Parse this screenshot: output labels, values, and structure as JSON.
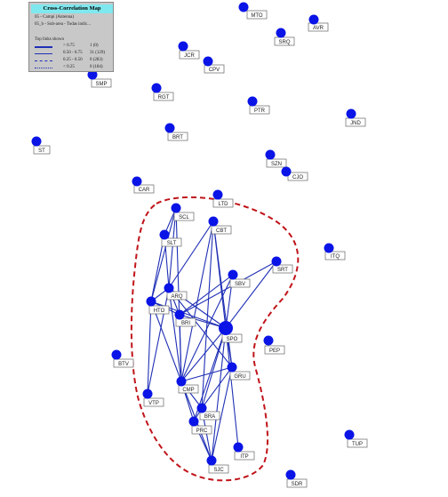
{
  "legend": {
    "title": "Cross-Correlation Map",
    "subtitle_1": "05 - Campi (Antenna)",
    "subtitle_2": "05_b - Sub-area - Todas indic...",
    "links_header": "Top links shown",
    "rows": [
      {
        "label": "> 0.75",
        "count": "1 (0)",
        "style": "thick"
      },
      {
        "label": "0.50 - 0.75",
        "count": "31 (129)",
        "style": "solid"
      },
      {
        "label": "0.25 - 0.50",
        "count": "0 (283)",
        "style": "dashed"
      },
      {
        "label": "< 0.25",
        "count": "0 (184)",
        "style": "dotted"
      }
    ]
  },
  "colors": {
    "node": "#0a14e6",
    "link": "#1f2fb5",
    "boundary": "#c0141a"
  },
  "nodes": [
    {
      "id": "MTO",
      "size": "normal"
    },
    {
      "id": "AVR",
      "size": "normal"
    },
    {
      "id": "SRQ",
      "size": "normal"
    },
    {
      "id": "JCR",
      "size": "normal"
    },
    {
      "id": "CPV",
      "size": "normal"
    },
    {
      "id": "SMP",
      "size": "normal"
    },
    {
      "id": "RGT",
      "size": "normal"
    },
    {
      "id": "PTR",
      "size": "normal"
    },
    {
      "id": "JND",
      "size": "normal"
    },
    {
      "id": "BRT",
      "size": "normal"
    },
    {
      "id": "ST",
      "size": "normal"
    },
    {
      "id": "SZN",
      "size": "normal"
    },
    {
      "id": "CJO",
      "size": "normal"
    },
    {
      "id": "CAR",
      "size": "normal"
    },
    {
      "id": "LTD",
      "size": "normal"
    },
    {
      "id": "SCL",
      "size": "normal"
    },
    {
      "id": "CBT",
      "size": "normal"
    },
    {
      "id": "SLT",
      "size": "normal"
    },
    {
      "id": "ITQ",
      "size": "normal"
    },
    {
      "id": "SRT",
      "size": "normal"
    },
    {
      "id": "SBV",
      "size": "normal"
    },
    {
      "id": "ARQ",
      "size": "normal"
    },
    {
      "id": "HTO",
      "size": "normal"
    },
    {
      "id": "BRI",
      "size": "normal"
    },
    {
      "id": "SPO",
      "size": "large"
    },
    {
      "id": "PEP",
      "size": "normal"
    },
    {
      "id": "BTV",
      "size": "normal"
    },
    {
      "id": "GRU",
      "size": "normal"
    },
    {
      "id": "CMP",
      "size": "normal"
    },
    {
      "id": "VTP",
      "size": "normal"
    },
    {
      "id": "BRA",
      "size": "normal"
    },
    {
      "id": "PRC",
      "size": "normal"
    },
    {
      "id": "TUP",
      "size": "normal"
    },
    {
      "id": "ITP",
      "size": "normal"
    },
    {
      "id": "SJC",
      "size": "normal"
    },
    {
      "id": "SDR",
      "size": "normal"
    }
  ],
  "links": [
    [
      "SCL",
      "SLT"
    ],
    [
      "SCL",
      "ARQ"
    ],
    [
      "SCL",
      "HTO"
    ],
    [
      "SCL",
      "CMP"
    ],
    [
      "SLT",
      "ARQ"
    ],
    [
      "SLT",
      "HTO"
    ],
    [
      "CBT",
      "ARQ"
    ],
    [
      "CBT",
      "SPO"
    ],
    [
      "CBT",
      "CMP"
    ],
    [
      "CBT",
      "BRA"
    ],
    [
      "CBT",
      "GRU"
    ],
    [
      "SRT",
      "SPO"
    ],
    [
      "SRT",
      "BRI"
    ],
    [
      "SBV",
      "SPO"
    ],
    [
      "SBV",
      "CMP"
    ],
    [
      "SBV",
      "BRI"
    ],
    [
      "ARQ",
      "HTO"
    ],
    [
      "ARQ",
      "BRI"
    ],
    [
      "ARQ",
      "SPO"
    ],
    [
      "ARQ",
      "CMP"
    ],
    [
      "ARQ",
      "VTP"
    ],
    [
      "ARQ",
      "GRU"
    ],
    [
      "HTO",
      "BRI"
    ],
    [
      "HTO",
      "CMP"
    ],
    [
      "HTO",
      "VTP"
    ],
    [
      "HTO",
      "SPO"
    ],
    [
      "BRI",
      "SPO"
    ],
    [
      "BRI",
      "CMP"
    ],
    [
      "SPO",
      "CMP"
    ],
    [
      "SPO",
      "GRU"
    ],
    [
      "SPO",
      "BRA"
    ],
    [
      "SPO",
      "PRC"
    ],
    [
      "SPO",
      "SJC"
    ],
    [
      "SPO",
      "ITP"
    ],
    [
      "CMP",
      "BRA"
    ],
    [
      "CMP",
      "SJC"
    ],
    [
      "CMP",
      "PRC"
    ],
    [
      "CMP",
      "GRU"
    ],
    [
      "BRA",
      "PRC"
    ],
    [
      "BRA",
      "SJC"
    ],
    [
      "PRC",
      "SJC"
    ],
    [
      "GRU",
      "SJC"
    ],
    [
      "GRU",
      "BRA"
    ]
  ]
}
